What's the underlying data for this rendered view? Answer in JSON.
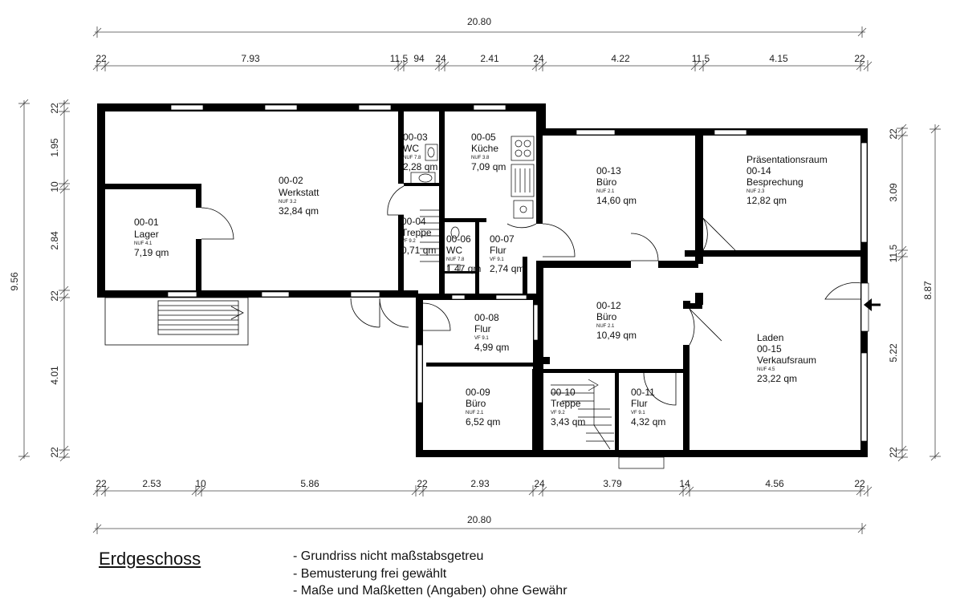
{
  "floor_title": "Erdgeschoss",
  "notes": [
    "- Grundriss nicht maßstabsgetreu",
    "- Bemusterung frei gewählt",
    "- Maße und Maßketten (Angaben) ohne Gewähr"
  ],
  "dimensions": {
    "top_total": "20.80",
    "top_chain": [
      "22",
      "7.93",
      "11.5",
      "94",
      "24",
      "2.41",
      "24",
      "4.22",
      "11.5",
      "4.15",
      "22"
    ],
    "bottom_chain": [
      "22",
      "2.53",
      "10",
      "5.86",
      "22",
      "2.93",
      "24",
      "3.79",
      "14",
      "4.56",
      "22"
    ],
    "bottom_total": "20.80",
    "left_total": "9.56",
    "left_chain": [
      "22",
      "1.95",
      "10",
      "2.84",
      "22",
      "4.01",
      "22"
    ],
    "right_total": "8.87",
    "right_chain": [
      "22",
      "3.09",
      "11.5",
      "5.22",
      "22"
    ]
  },
  "rooms": [
    {
      "id": "00-01",
      "name": "Lager",
      "nuf": "NUF 4.1",
      "area": "7,19 qm"
    },
    {
      "id": "00-02",
      "name": "Werkstatt",
      "nuf": "NUF 3.2",
      "area": "32,84 qm"
    },
    {
      "id": "00-03",
      "name": "WC",
      "nuf": "NUF 7.8",
      "area": "2,28 qm"
    },
    {
      "id": "00-04",
      "name": "Treppe",
      "nuf": "VF 9.2",
      "area": "0,71 qm"
    },
    {
      "id": "00-05",
      "name": "Küche",
      "nuf": "NUF 3.8",
      "area": "7,09 qm"
    },
    {
      "id": "00-06",
      "name": "WC",
      "nuf": "NUF 7.8",
      "area": "1,47 qm"
    },
    {
      "id": "00-07",
      "name": "Flur",
      "nuf": "VF 9.1",
      "area": "2,74 qm"
    },
    {
      "id": "00-08",
      "name": "Flur",
      "nuf": "VF 9.1",
      "area": "4,99 qm"
    },
    {
      "id": "00-09",
      "name": "Büro",
      "nuf": "NUF 2.1",
      "area": "6,52 qm"
    },
    {
      "id": "00-10",
      "name": "Treppe",
      "nuf": "VF 9.2",
      "area": "3,43 qm"
    },
    {
      "id": "00-11",
      "name": "Flur",
      "nuf": "VF 9.1",
      "area": "4,32 qm"
    },
    {
      "id": "00-12",
      "name": "Büro",
      "nuf": "NUF 2.1",
      "area": "10,49 qm"
    },
    {
      "id": "00-13",
      "name": "Büro",
      "nuf": "NUF 2.1",
      "area": "14,60 qm"
    },
    {
      "id": "00-14",
      "pre": "Präsentationsraum",
      "name": "Besprechung",
      "nuf": "NUF 2.3",
      "area": "12,82 qm"
    },
    {
      "id": "00-15",
      "pre": "Laden",
      "name": "Verkaufsraum",
      "nuf": "NUF 4.5",
      "area": "23,22 qm"
    }
  ]
}
